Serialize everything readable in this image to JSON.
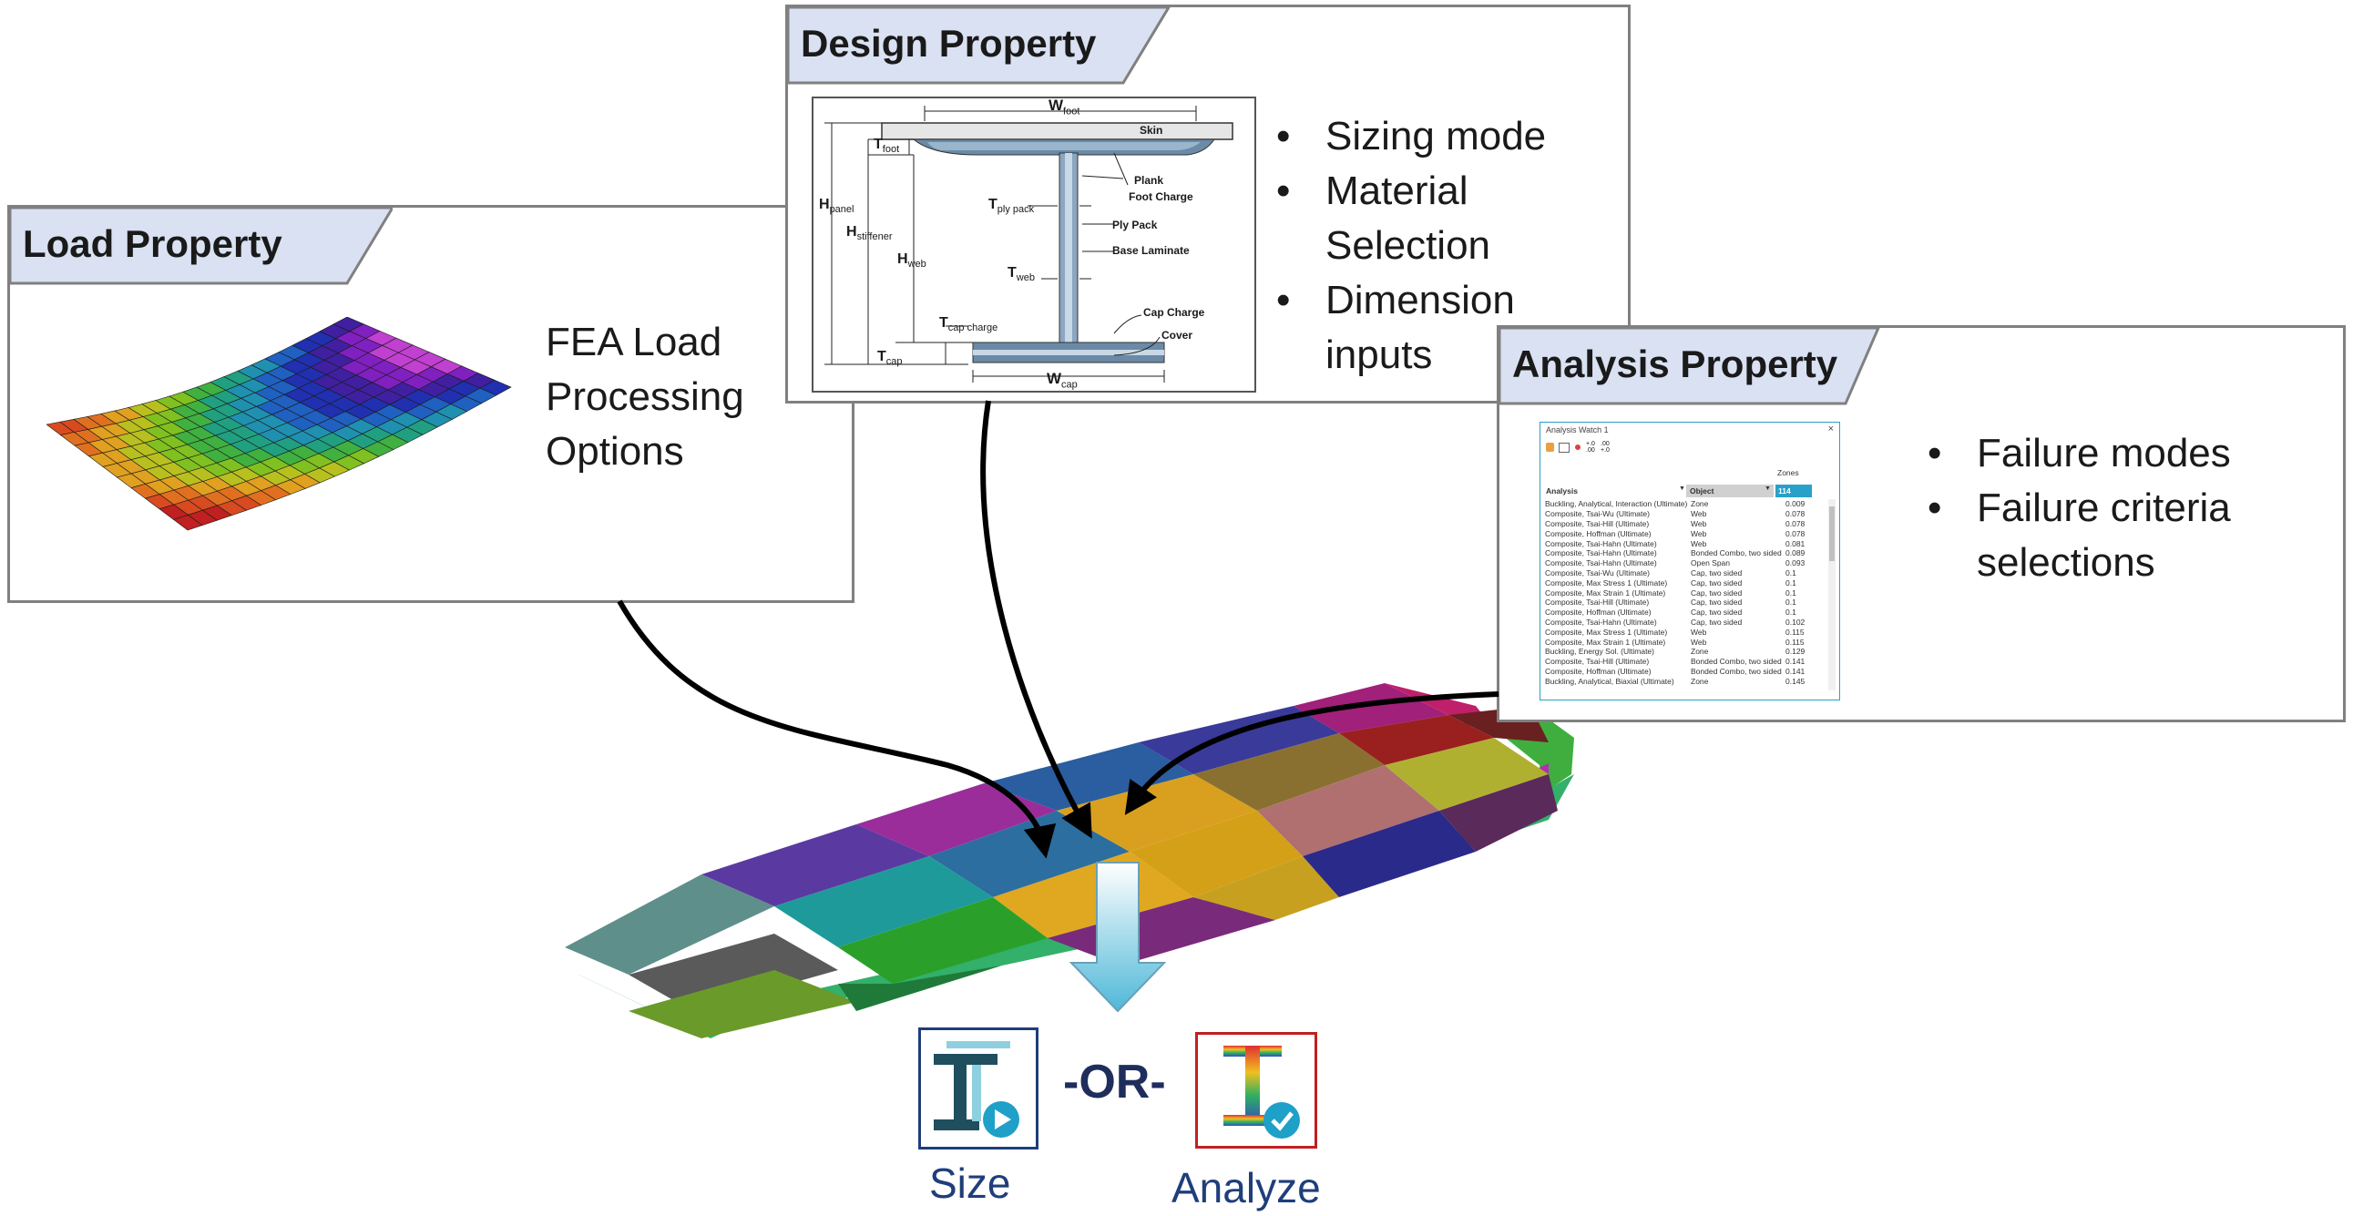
{
  "load_property": {
    "title": "Load Property",
    "text_lines": [
      "FEA Load",
      "Processing",
      "Options"
    ]
  },
  "design_property": {
    "title": "Design Property",
    "bullets": [
      "Sizing mode",
      "Material Selection",
      "Dimension inputs"
    ],
    "bullet_lines": [
      [
        "Sizing mode"
      ],
      [
        "Material",
        "Selection"
      ],
      [
        "Dimension",
        "inputs"
      ]
    ],
    "diagram_labels": {
      "w_foot": "W",
      "w_foot_sub": "foot",
      "skin": "Skin",
      "t_foot": "T",
      "t_foot_sub": "foot",
      "plank": "Plank",
      "foot_charge": "Foot Charge",
      "h_panel": "H",
      "h_panel_sub": "panel",
      "t_ply_pack": "T",
      "t_ply_pack_sub": "ply pack",
      "h_stiffener": "H",
      "h_stiffener_sub": "stiffener",
      "ply_pack": "Ply Pack",
      "base_laminate": "Base Laminate",
      "h_web": "H",
      "h_web_sub": "web",
      "t_web": "T",
      "t_web_sub": "web",
      "cap_charge": "Cap Charge",
      "t_cap_charge": "T",
      "t_cap_charge_sub": "cap charge",
      "cover": "Cover",
      "t_cap": "T",
      "t_cap_sub": "cap",
      "w_cap": "W",
      "w_cap_sub": "cap"
    }
  },
  "analysis_property": {
    "title": "Analysis Property",
    "bullets": [
      "Failure modes",
      "Failure criteria selections"
    ],
    "bullet_lines": [
      [
        "Failure modes"
      ],
      [
        "Failure criteria",
        "selections"
      ]
    ],
    "watch_window": {
      "title": "Analysis Watch 1",
      "zones_label": "Zones",
      "col_analysis": "Analysis",
      "col_object": "Object",
      "zone_id": "114",
      "rows": [
        [
          "Buckling, Analytical, Interaction (Ultimate)",
          "Zone",
          "0.009"
        ],
        [
          "Composite, Tsai-Wu (Ultimate)",
          "Web",
          "0.078"
        ],
        [
          "Composite, Tsai-Hill (Ultimate)",
          "Web",
          "0.078"
        ],
        [
          "Composite, Hoffman (Ultimate)",
          "Web",
          "0.078"
        ],
        [
          "Composite, Tsai-Hahn (Ultimate)",
          "Web",
          "0.081"
        ],
        [
          "Composite, Tsai-Hahn (Ultimate)",
          "Bonded Combo, two sided",
          "0.089"
        ],
        [
          "Composite, Tsai-Hahn (Ultimate)",
          "Open Span",
          "0.093"
        ],
        [
          "Composite, Tsai-Wu (Ultimate)",
          "Cap, two sided",
          "0.1"
        ],
        [
          "Composite, Max Stress 1 (Ultimate)",
          "Cap, two sided",
          "0.1"
        ],
        [
          "Composite, Max Strain 1 (Ultimate)",
          "Cap, two sided",
          "0.1"
        ],
        [
          "Composite, Tsai-Hill (Ultimate)",
          "Cap, two sided",
          "0.1"
        ],
        [
          "Composite, Hoffman (Ultimate)",
          "Cap, two sided",
          "0.1"
        ],
        [
          "Composite, Tsai-Hahn (Ultimate)",
          "Cap, two sided",
          "0.102"
        ],
        [
          "Composite, Max Stress 1 (Ultimate)",
          "Web",
          "0.115"
        ],
        [
          "Composite, Max Strain 1 (Ultimate)",
          "Web",
          "0.115"
        ],
        [
          "Buckling, Energy Sol. (Ultimate)",
          "Zone",
          "0.129"
        ],
        [
          "Composite, Tsai-Hill (Ultimate)",
          "Bonded Combo, two sided",
          "0.141"
        ],
        [
          "Composite, Hoffman (Ultimate)",
          "Bonded Combo, two sided",
          "0.141"
        ],
        [
          "Buckling, Analytical, Biaxial (Ultimate)",
          "Zone",
          "0.145"
        ]
      ]
    }
  },
  "actions": {
    "or_label": "-OR-",
    "size_label": "Size",
    "analyze_label": "Analyze"
  }
}
